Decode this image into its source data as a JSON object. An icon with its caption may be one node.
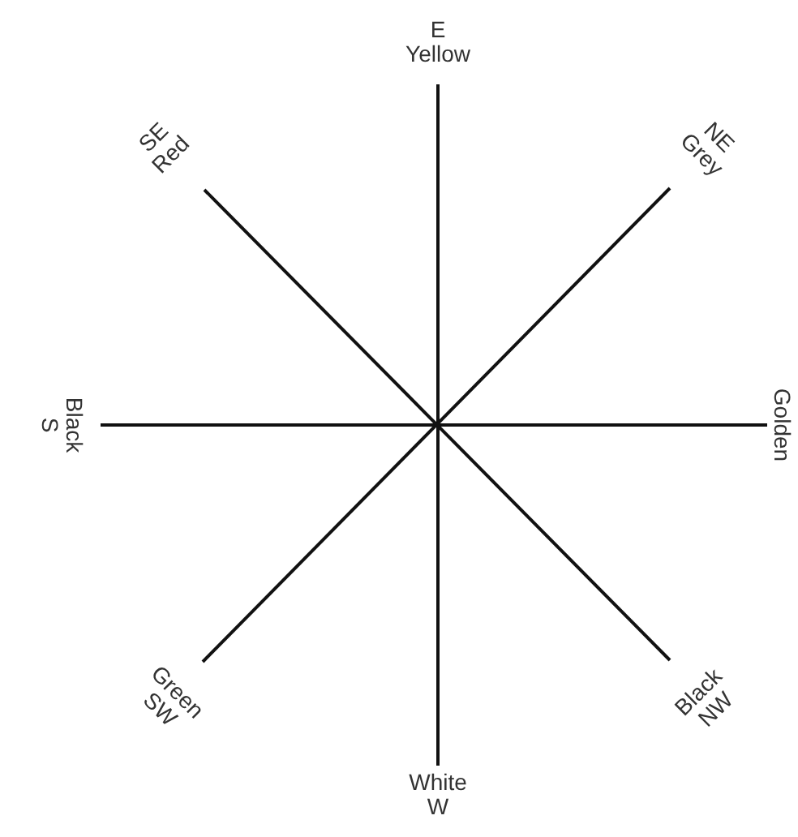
{
  "diagram": {
    "nodes": [
      {
        "text": [
          "E",
          "Yellow"
        ]
      },
      {
        "text": [
          "SE",
          "Red"
        ]
      },
      {
        "text": [
          "NE",
          "Grey"
        ]
      },
      {
        "text": [
          "Black",
          "S"
        ]
      },
      {
        "text": [
          "Golden"
        ]
      },
      {
        "text": [
          "Green",
          "SW"
        ]
      },
      {
        "text": [
          "Black",
          "NW"
        ]
      },
      {
        "text": [
          "White",
          "W"
        ]
      }
    ],
    "edges": [
      {
        "from": 0,
        "to": 7,
        "arrow": "none"
      },
      {
        "from": 1,
        "to": 6,
        "arrow": "none"
      },
      {
        "from": 2,
        "to": 5,
        "arrow": "none"
      },
      {
        "from": 3,
        "to": 4,
        "arrow": "none"
      }
    ]
  }
}
